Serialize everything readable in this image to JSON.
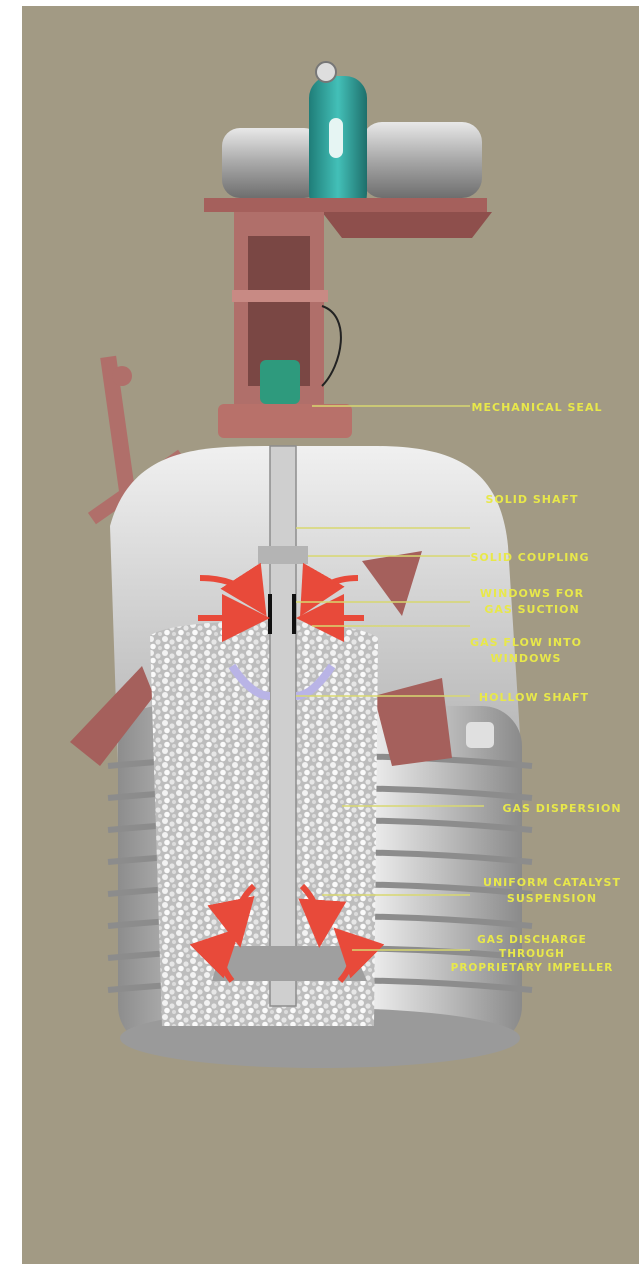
{
  "colors": {
    "background": "#a29a84",
    "label_text": "#e8e84a",
    "leader_line": "#d8d870",
    "vessel_steel": "#c9c9c9",
    "frame_red": "#b06f6a",
    "motor_teal": "#2a9c96",
    "flow_arrow": "#e84a3a",
    "gas_bubbles": "#e4e4e4"
  },
  "labels": [
    {
      "id": "mechanical-seal",
      "lines": [
        "MECHANICAL SEAL"
      ]
    },
    {
      "id": "solid-shaft",
      "lines": [
        "SOLID SHAFT"
      ]
    },
    {
      "id": "solid-coupling",
      "lines": [
        "SOLID COUPLING"
      ]
    },
    {
      "id": "windows-gas-suction",
      "lines": [
        "WINDOWS FOR",
        "GAS SUCTION"
      ]
    },
    {
      "id": "gas-flow-windows",
      "lines": [
        "GAS FLOW INTO",
        "WINDOWS"
      ]
    },
    {
      "id": "hollow-shaft",
      "lines": [
        "HOLLOW SHAFT"
      ]
    },
    {
      "id": "gas-dispersion",
      "lines": [
        "GAS DISPERSION"
      ]
    },
    {
      "id": "catalyst-suspension",
      "lines": [
        "UNIFORM CATALYST",
        "SUSPENSION"
      ]
    },
    {
      "id": "gas-discharge",
      "lines": [
        "GAS DISCHARGE",
        "THROUGH",
        "PROPRIETARY IMPELLER"
      ]
    }
  ]
}
